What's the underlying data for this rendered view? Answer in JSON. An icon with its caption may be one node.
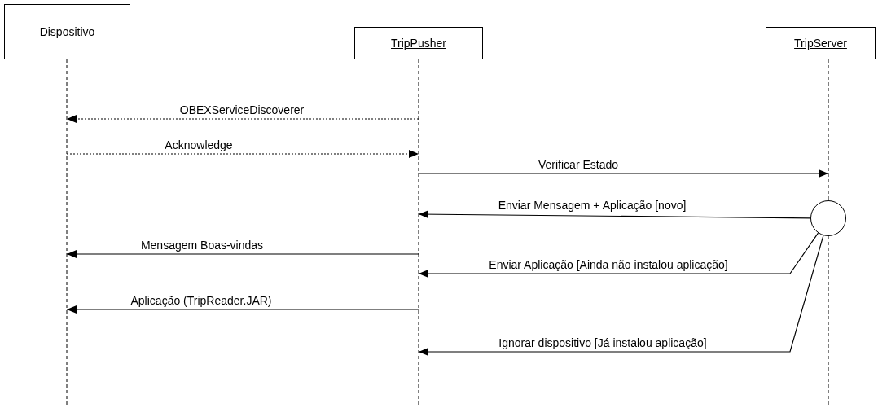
{
  "diagram": {
    "nodes": [
      {
        "text": [
          "Dispositivo"
        ]
      },
      {
        "text": [
          "TripPusher"
        ]
      },
      {
        "text": [
          "TripServer"
        ]
      },
      {
        "text": [],
        "shape": "circle"
      }
    ],
    "edges": [
      {
        "from": 1,
        "to": 0,
        "arrow": "to",
        "label": "OBEXServiceDiscoverer",
        "style": "dashed"
      },
      {
        "from": 0,
        "to": 1,
        "arrow": "to",
        "label": "Acknowledge",
        "style": "dashed"
      },
      {
        "from": 1,
        "to": 2,
        "arrow": "to",
        "label": "Verificar Estado"
      },
      {
        "from": 3,
        "to": 1,
        "arrow": "to",
        "label": "Enviar Mensagem + Aplicação [novo]"
      },
      {
        "from": 1,
        "to": 0,
        "arrow": "to",
        "label": "Mensagem Boas-vindas"
      },
      {
        "from": 3,
        "to": 1,
        "arrow": "to",
        "label": "Enviar Aplicação [Ainda não instalou aplicação]"
      },
      {
        "from": 1,
        "to": 0,
        "arrow": "to",
        "label": "Aplicação (TripReader.JAR)"
      },
      {
        "from": 3,
        "to": 1,
        "arrow": "to",
        "label": "Ignorar dispositivo [Já instalou aplicação]"
      }
    ]
  }
}
